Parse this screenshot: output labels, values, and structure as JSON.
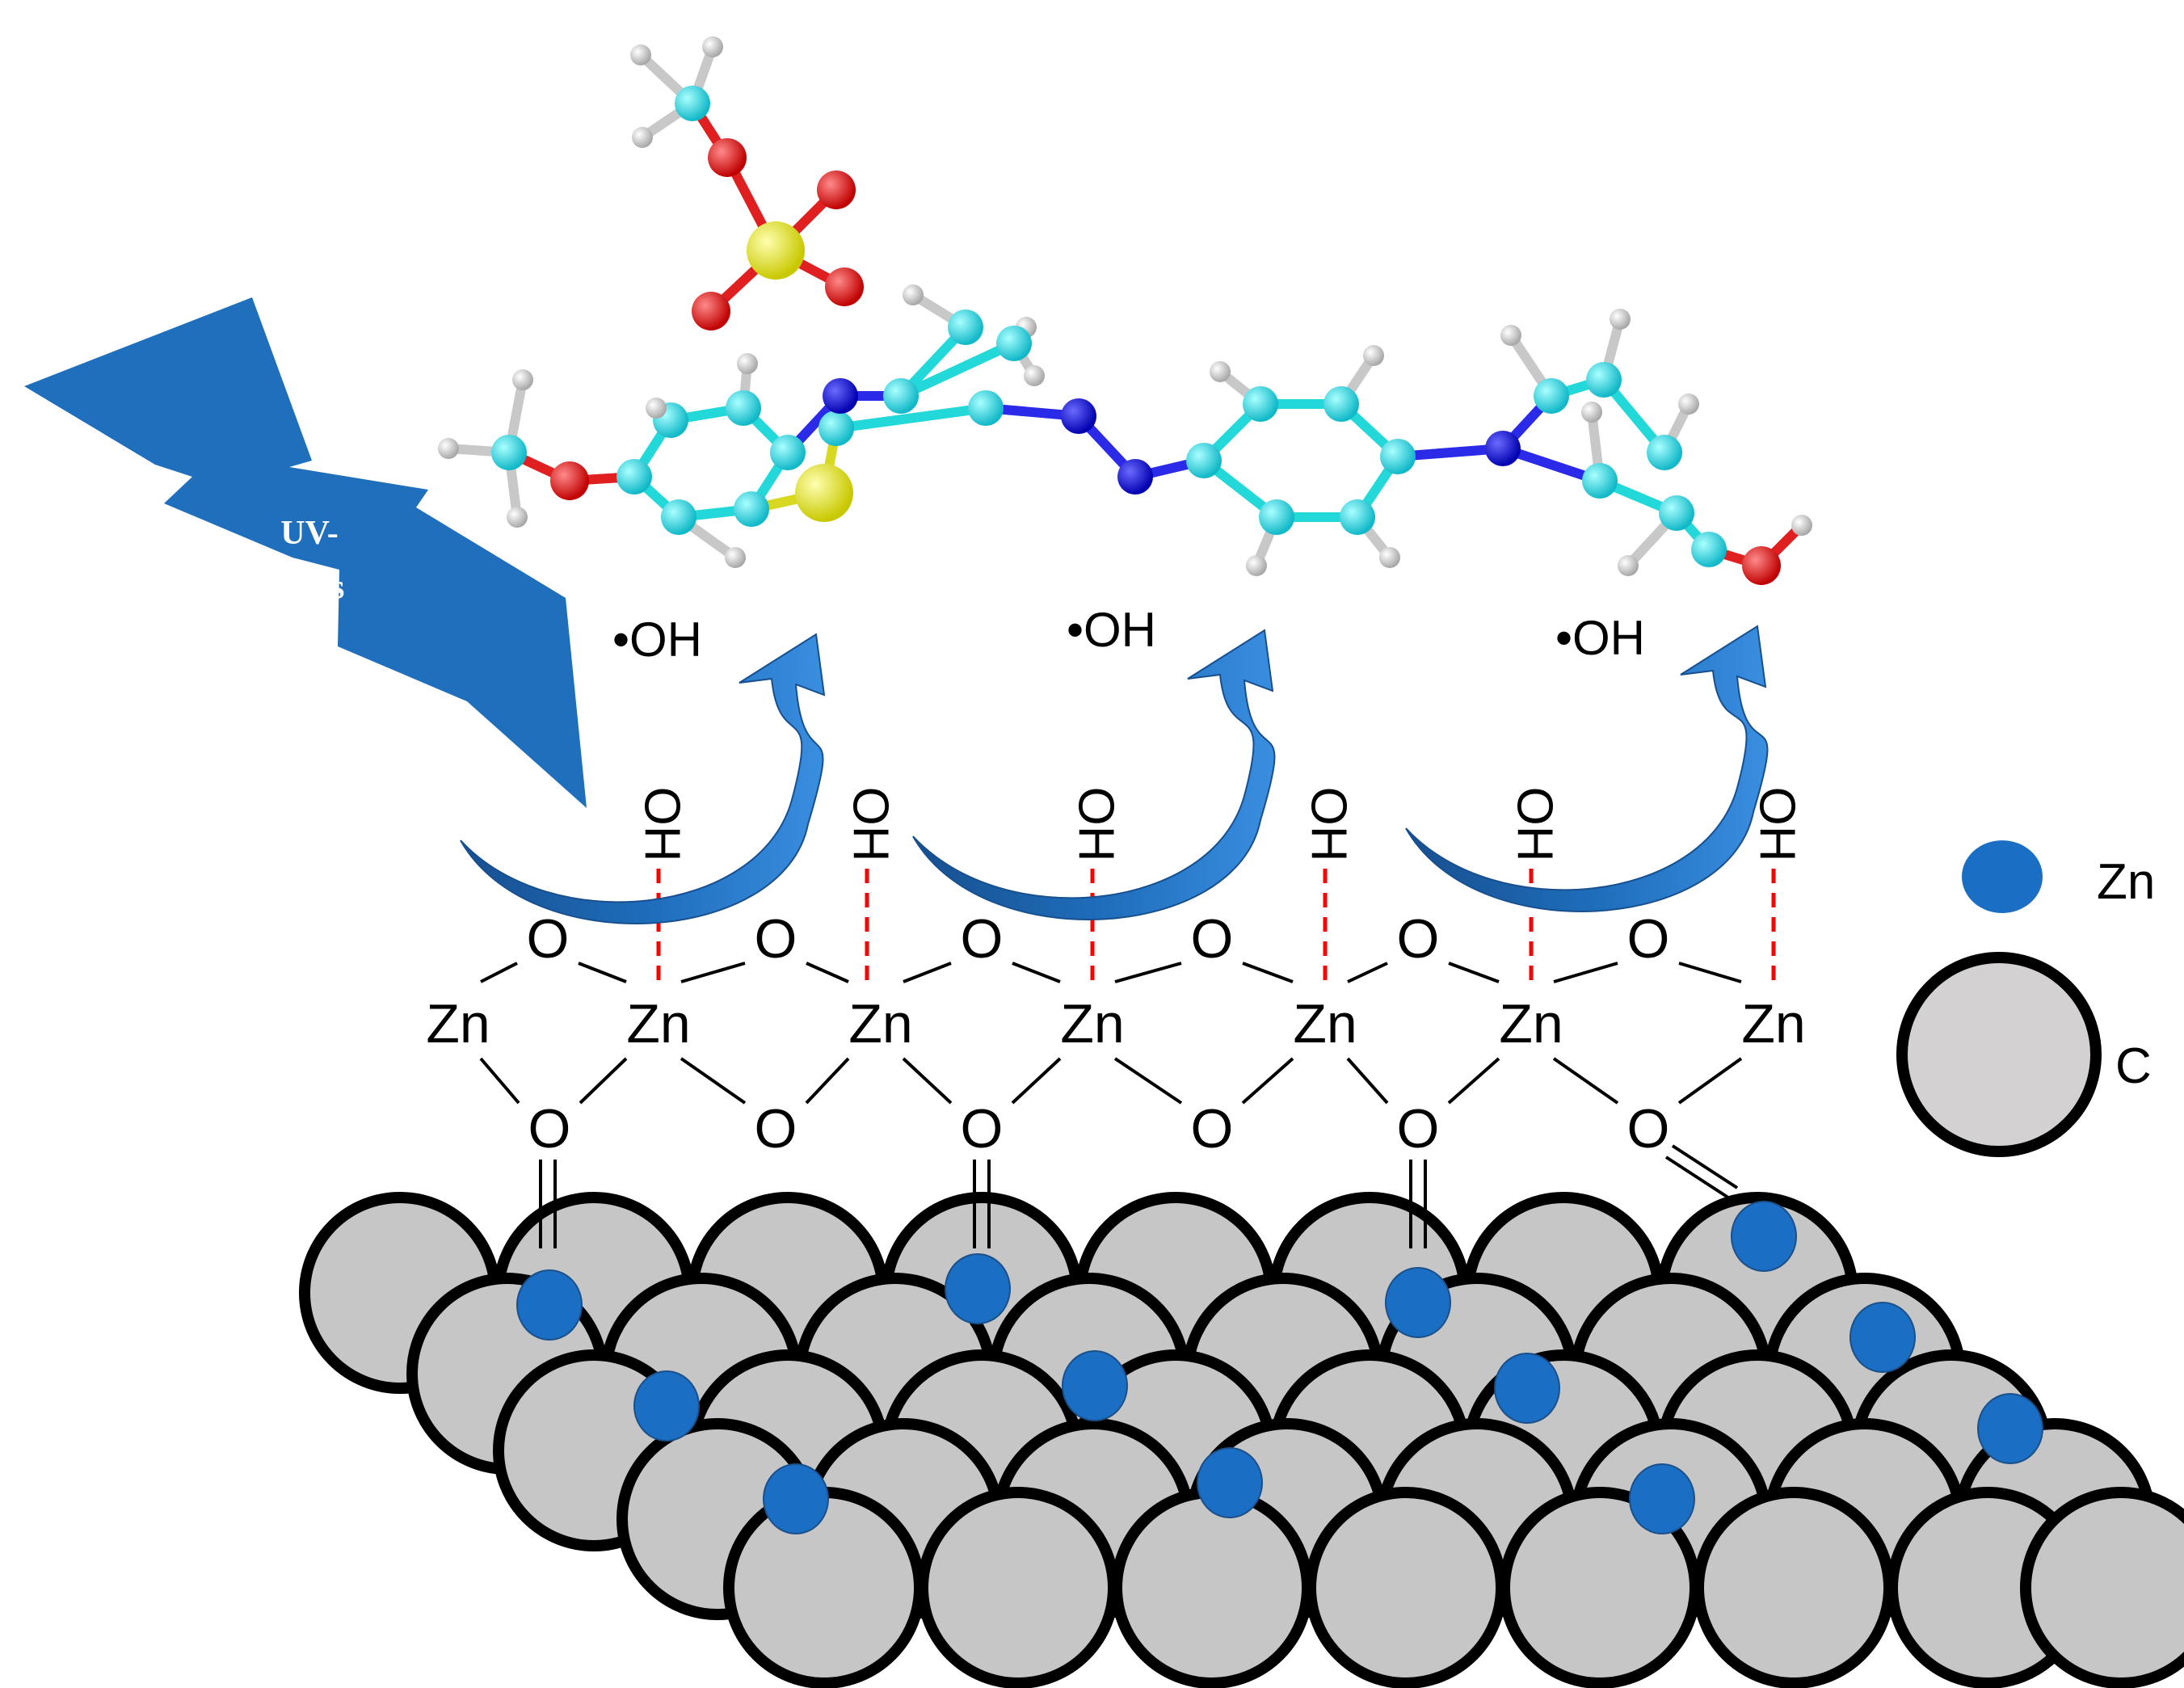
{
  "light_source": {
    "label_line1": "UV-",
    "label_line2": "Vis",
    "color": "#1f6fbd"
  },
  "radicals": [
    "•OH",
    "•OH",
    "•OH"
  ],
  "surface_hydroxyl": "OH",
  "lattice": {
    "zinc": "Zn",
    "oxygen": "O"
  },
  "legend": [
    {
      "symbol": "Zn",
      "color": "#1a6fc4"
    },
    {
      "symbol": "C",
      "color": "#c8c8c8"
    }
  ],
  "colors": {
    "carbon_sphere": "#c6c6c6",
    "zinc_dot": "#1a6fc4",
    "arrow": "#1f6fbd",
    "hbond": "#ff0000",
    "mol_carbon": "#22e0e0",
    "mol_nitrogen": "#1010e0",
    "mol_oxygen": "#ee1010",
    "mol_sulfur": "#eeee10",
    "mol_hydrogen": "#e8e8e8"
  }
}
